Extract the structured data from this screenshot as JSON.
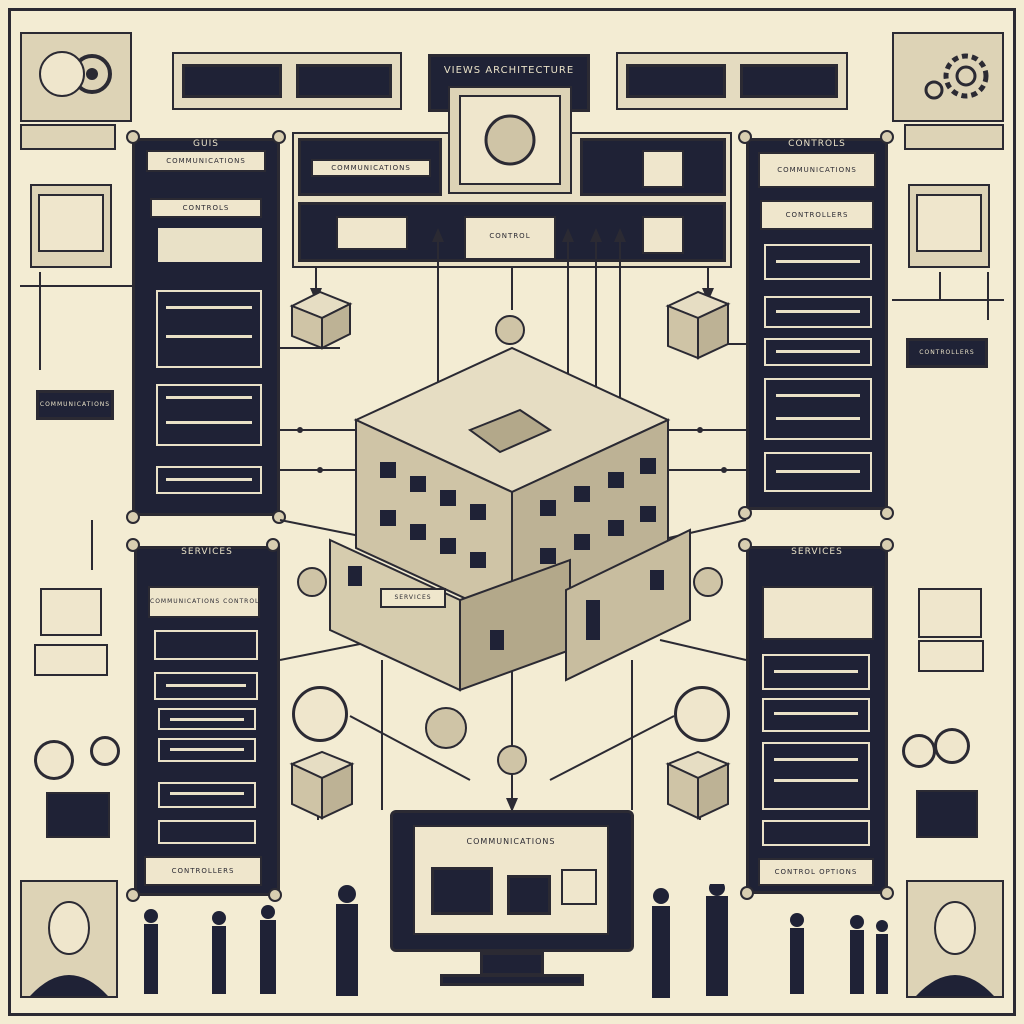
{
  "header": {
    "title": "VIEWS ARCHITECTURE"
  },
  "panels": {
    "top_left": {
      "title": "GUIS",
      "items": [
        "COMMUNICATIONS",
        "CONTROLS"
      ]
    },
    "top_right": {
      "title": "CONTROLS",
      "items": [
        "COMMUNICATIONS",
        "CONTROLLERS"
      ]
    },
    "bottom_left": {
      "title": "SERVICES",
      "items": [
        "COMMUNICATIONS CONTROLLERS"
      ],
      "footer": "CONTROLLERS"
    },
    "bottom_right": {
      "title": "SERVICES",
      "footer": "CONTROL OPTIONS"
    }
  },
  "center": {
    "bar_left": "COMMUNICATIONS",
    "bar_mid": "CONTROL",
    "building_sign": "SERVICES"
  },
  "left_tag": "COMMUNICATIONS",
  "right_tag": "CONTROLLERS",
  "monitor": {
    "title": "COMMUNICATIONS"
  },
  "colors": {
    "ink": "#1f2236",
    "paper": "#f3ecd3",
    "stone": "#d9cfb3"
  },
  "icons": [
    "gear-icon",
    "clock-icon",
    "building-icon",
    "monitor-icon",
    "laptop-icon",
    "person-icon",
    "cube-icon"
  ]
}
